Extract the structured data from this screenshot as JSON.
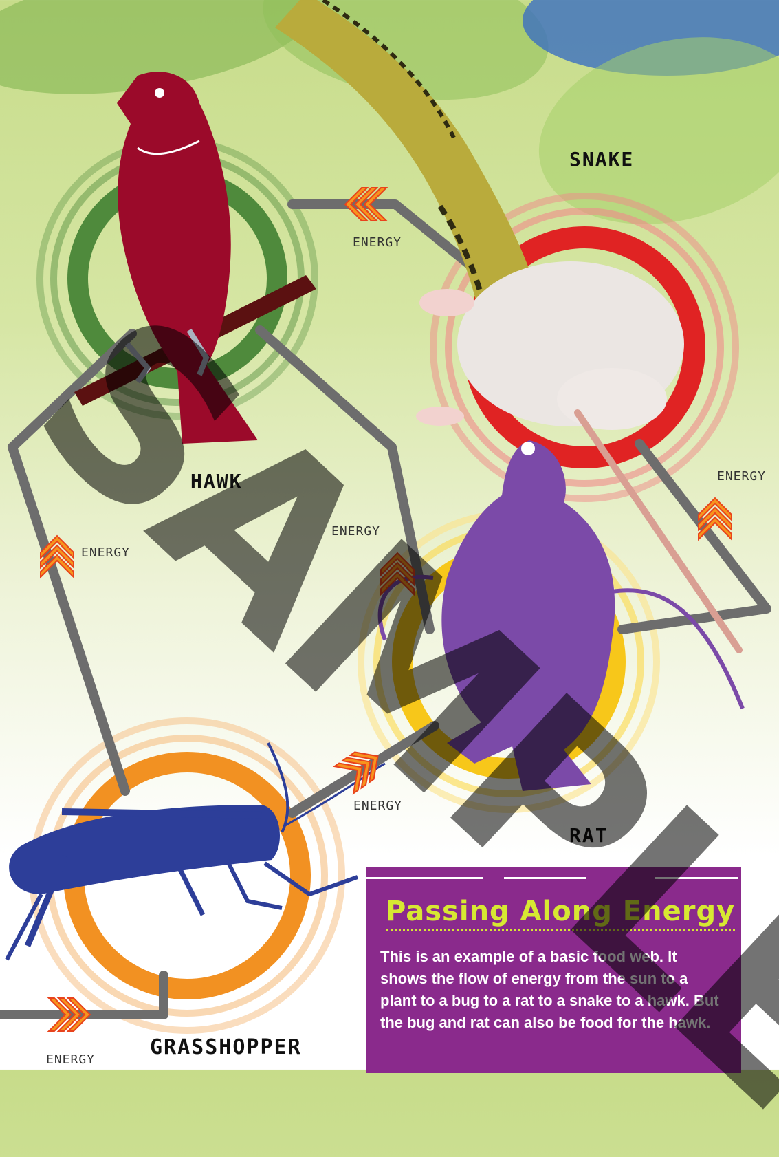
{
  "nodes": {
    "hawk": {
      "label": "HAWK",
      "color": "#9b0a2a"
    },
    "snake": {
      "label": "SNAKE",
      "color": "#e2322b"
    },
    "rat": {
      "label": "RAT",
      "color": "#7b4aa8"
    },
    "grasshopper": {
      "label": "GRASSHOPPER",
      "color": "#f29122"
    }
  },
  "energy_labels": {
    "hawk_snake": "ENERGY",
    "snake_rat": "ENERGY",
    "hawk_rat": "ENERGY",
    "hawk_grasshopper": "ENERGY",
    "rat_grasshopper": "ENERGY",
    "grasshopper_plant": "ENERGY"
  },
  "info_box": {
    "title": "Passing Along Energy",
    "body": "This is an example of a basic food web. It shows the flow of energy from the sun to a plant to a bug to a rat to a snake to a hawk. But the bug and rat can also be food for the hawk."
  },
  "watermark": {
    "text": "SAMPLE"
  },
  "colors": {
    "connector": "#6d6d6d",
    "arrow_fill": "#f7941d",
    "arrow_stroke": "#e8431c",
    "info_bg": "#8a2a8c",
    "info_title": "#d7e832"
  }
}
